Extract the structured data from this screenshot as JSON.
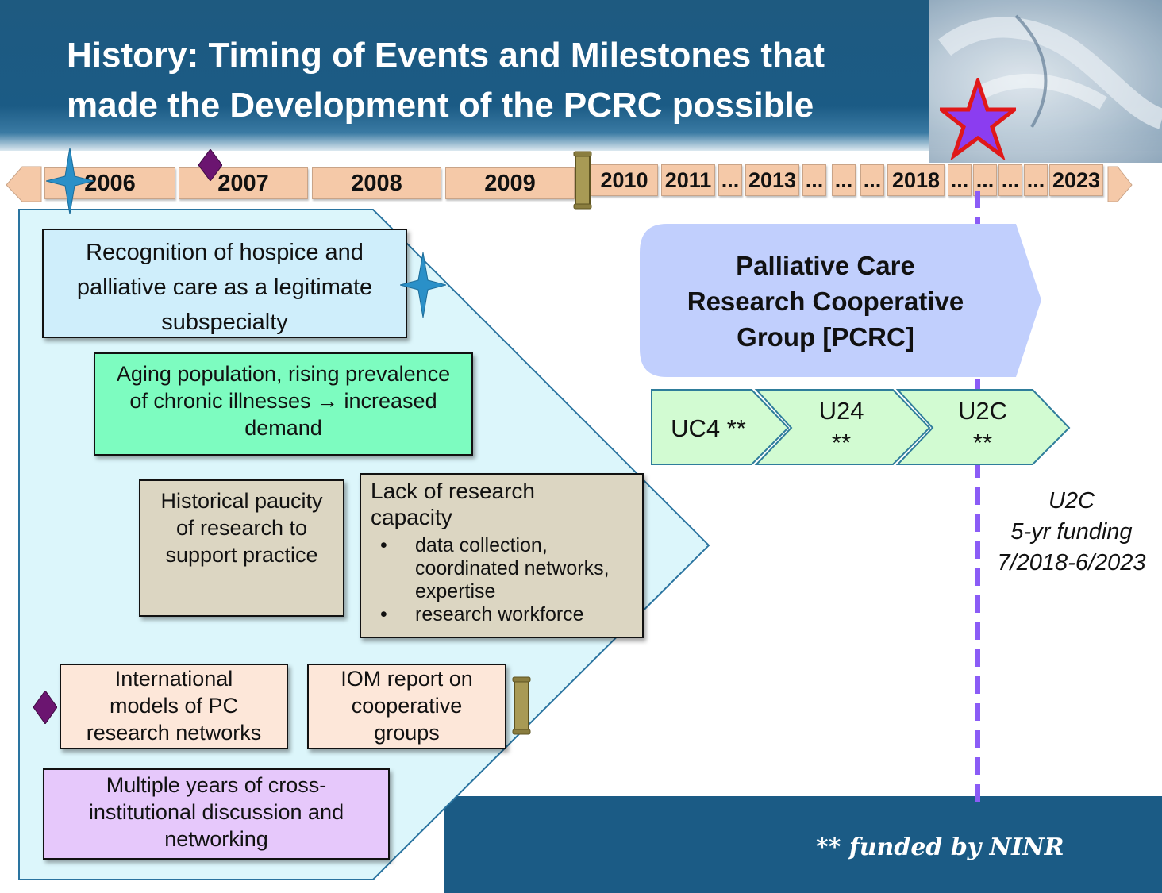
{
  "header": {
    "title_line1": "History: Timing of Events and Milestones that",
    "title_line2": "made the Development of the PCRC possible"
  },
  "timeline": {
    "years": [
      "2006",
      "2007",
      "2008",
      "2009",
      "2010",
      "2011",
      "...",
      "2013",
      "...",
      "...",
      "...",
      "2018",
      "...",
      "...",
      "...",
      "...",
      "2023"
    ]
  },
  "factors": {
    "recognition": [
      "Recognition of hospice and",
      "palliative care as a legitimate",
      "subspecialty"
    ],
    "aging": [
      "Aging population, rising prevalence",
      "of chronic illnesses → increased",
      "demand"
    ],
    "paucity": [
      "Historical paucity",
      "of research to",
      "support practice"
    ],
    "lack_heading": [
      "Lack of research",
      "capacity"
    ],
    "lack_bullets": [
      "data collection, coordinated networks, expertise",
      "research workforce"
    ],
    "international": [
      "International",
      "models of PC",
      "research networks"
    ],
    "iom": [
      "IOM report on",
      "cooperative",
      "groups"
    ],
    "multiple": [
      "Multiple years of cross-",
      "institutional discussion and",
      "networking"
    ]
  },
  "pcrc": {
    "label_lines": [
      "Palliative Care",
      "Research Cooperative",
      "Group [PCRC]"
    ]
  },
  "grants": {
    "uc4": "UC4 **",
    "u24": [
      "U24",
      "**"
    ],
    "u2c": [
      "U2C",
      "**"
    ]
  },
  "u2c_note": [
    "U2C",
    "5-yr funding",
    "7/2018-6/2023"
  ],
  "footer": {
    "funded": "** funded by NINR"
  },
  "colors": {
    "header": "#1b5b85",
    "timeline_box": "#f5c9a8",
    "big_arrow": "#dcf6fb",
    "pcrc_arrow": "#c1cffd",
    "grant_chevron": "#d2fbd2",
    "marker_line": "#8b5cf6",
    "star": "#8b3df0"
  },
  "icons": [
    "four-point-star-icon",
    "diamond-icon",
    "scroll-icon",
    "star-icon"
  ]
}
